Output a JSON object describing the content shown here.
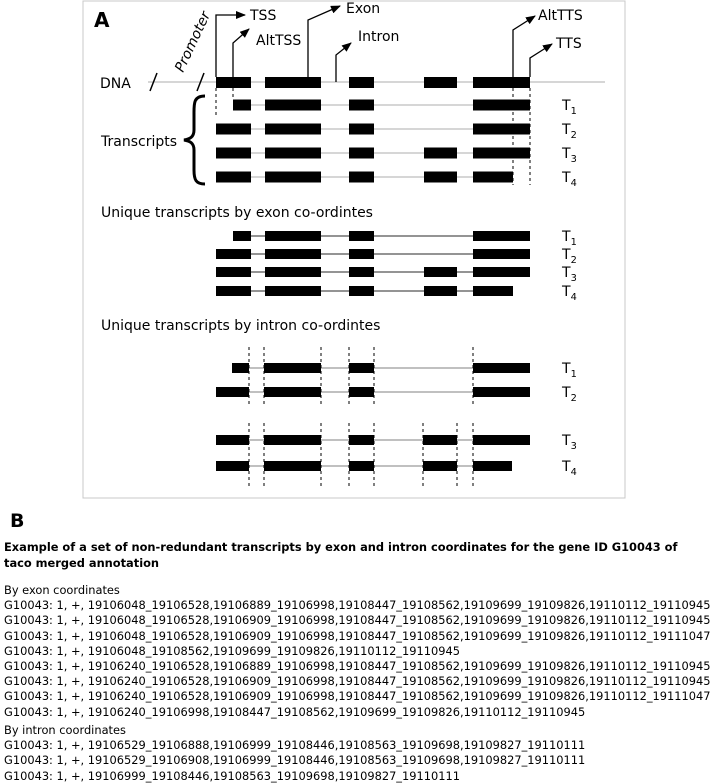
{
  "panel_a": {
    "label": "A",
    "dna_label": "DNA",
    "promoter_label": "Promoter",
    "transcripts_label": "Transcripts",
    "annotations": {
      "tss": "TSS",
      "alt_tss": "AltTSS",
      "exon": "Exon",
      "intron": "Intron",
      "alt_tts": "AltTTS",
      "tts": "TTS"
    },
    "transcript_labels": [
      "T1",
      "T2",
      "T3",
      "T4"
    ],
    "section_exon_title": "Unique transcripts by exon co-ordintes",
    "section_intron_title": "Unique transcripts by intron co-ordintes"
  },
  "panel_b": {
    "label": "B",
    "caption": "Example of a set of non-redundant transcripts by exon and intron coordinates for the gene ID G10043 of taco merged annotation",
    "exon_heading": "By exon coordinates",
    "exon_lines": [
      "G10043: 1, +, 19106048_19106528,19106889_19106998,19108447_19108562,19109699_19109826,19110112_19110945",
      "G10043: 1, +, 19106048_19106528,19106909_19106998,19108447_19108562,19109699_19109826,19110112_19110945",
      "G10043: 1, +, 19106048_19106528,19106909_19106998,19108447_19108562,19109699_19109826,19110112_19111047",
      "G10043: 1, +, 19106048_19108562,19109699_19109826,19110112_19110945",
      "G10043: 1, +, 19106240_19106528,19106889_19106998,19108447_19108562,19109699_19109826,19110112_19110945",
      "G10043: 1, +, 19106240_19106528,19106909_19106998,19108447_19108562,19109699_19109826,19110112_19110945",
      "G10043: 1, +, 19106240_19106528,19106909_19106998,19108447_19108562,19109699_19109826,19110112_19111047",
      "G10043: 1, +, 19106240_19106998,19108447_19108562,19109699_19109826,19110112_19110945"
    ],
    "intron_heading": "By intron coordinates",
    "intron_lines": [
      "G10043: 1, +, 19106529_19106888,19106999_19108446,19108563_19109698,19109827_19110111",
      "G10043: 1, +, 19106529_19106908,19106999_19108446,19108563_19109698,19109827_19110111",
      "G10043: 1, +, 19106999_19108446,19108563_19109698,19109827_19110111"
    ]
  }
}
